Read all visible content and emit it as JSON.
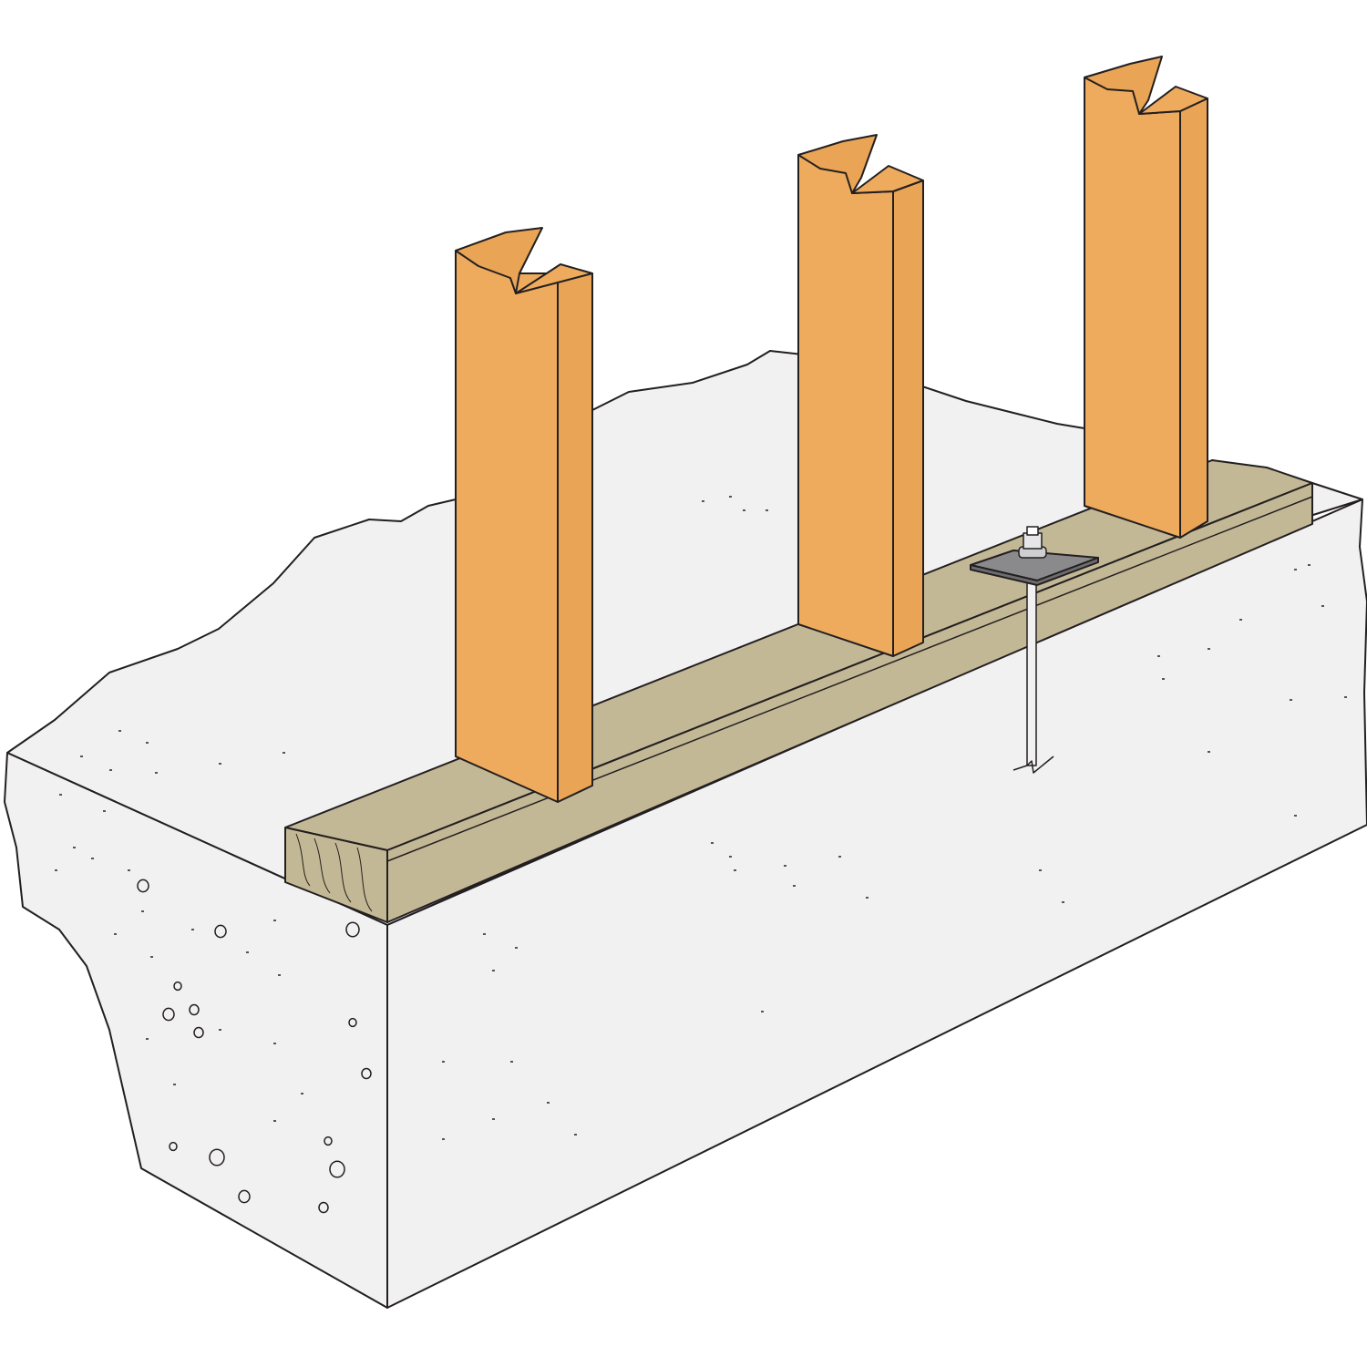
{
  "colors": {
    "background": "#ffffff",
    "concrete": "#f2f1f2",
    "sill_plate": "#c3b896",
    "stud_front": "#eeab5d",
    "stud_side": "#e9a455",
    "anchor_plate": "#8a8a8c",
    "outline": "#231f20"
  },
  "components": {
    "studs": 3,
    "sill_plate": 1,
    "anchor_bolts": 1
  }
}
